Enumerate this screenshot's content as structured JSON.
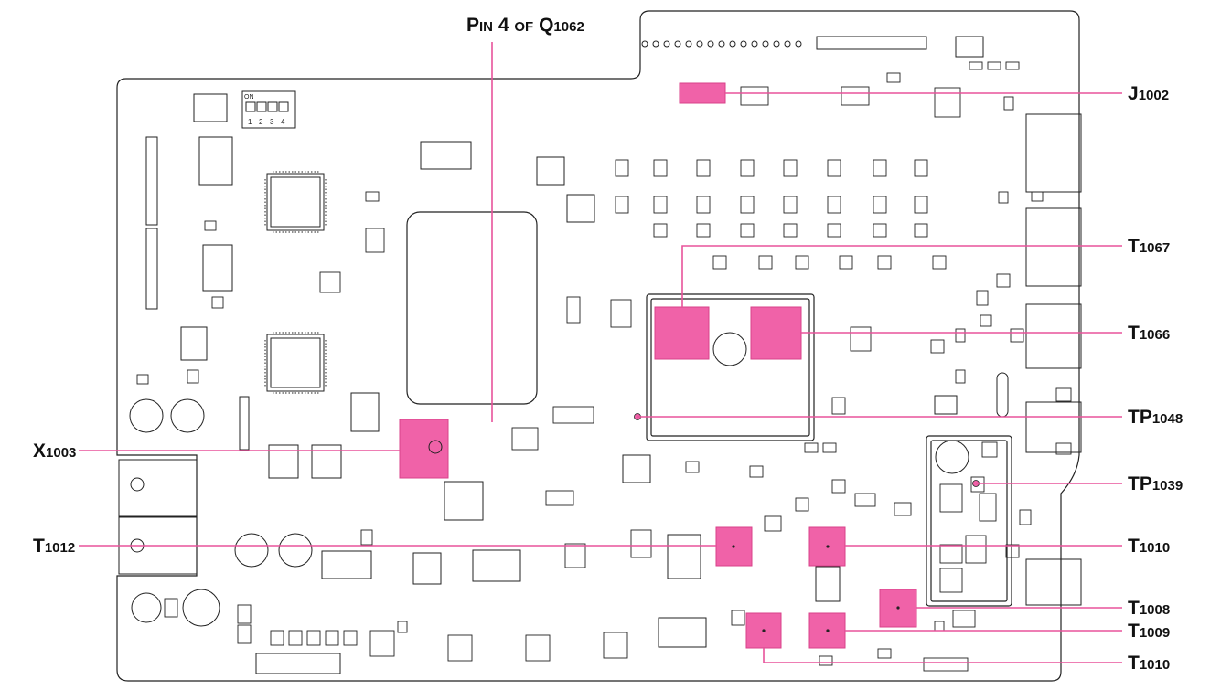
{
  "callouts": {
    "pin4": {
      "p": "P",
      "in": "IN",
      "num": "4",
      "of": "OF",
      "ref": "Q",
      "refnum": "1062"
    },
    "j1002": {
      "prefix": "J",
      "number": "1002"
    },
    "t1067": {
      "prefix": "T",
      "number": "1067"
    },
    "t1066": {
      "prefix": "T",
      "number": "1066"
    },
    "tp1048": {
      "prefix": "TP",
      "number": "1048"
    },
    "x1003": {
      "prefix": "X",
      "number": "1003"
    },
    "tp1039": {
      "prefix": "TP",
      "number": "1039"
    },
    "t1012": {
      "prefix": "T",
      "number": "1012"
    },
    "t1010a": {
      "prefix": "T",
      "number": "1010"
    },
    "t1008": {
      "prefix": "T",
      "number": "1008"
    },
    "t1009": {
      "prefix": "T",
      "number": "1009"
    },
    "t1010b": {
      "prefix": "T",
      "number": "1010"
    }
  },
  "board": {
    "dip_switch": {
      "on": "ON",
      "positions": [
        "1",
        "2",
        "3",
        "4"
      ]
    },
    "highlight_color": "#f062a8",
    "line_color": "#e8539b",
    "outline_color": "#222222"
  }
}
